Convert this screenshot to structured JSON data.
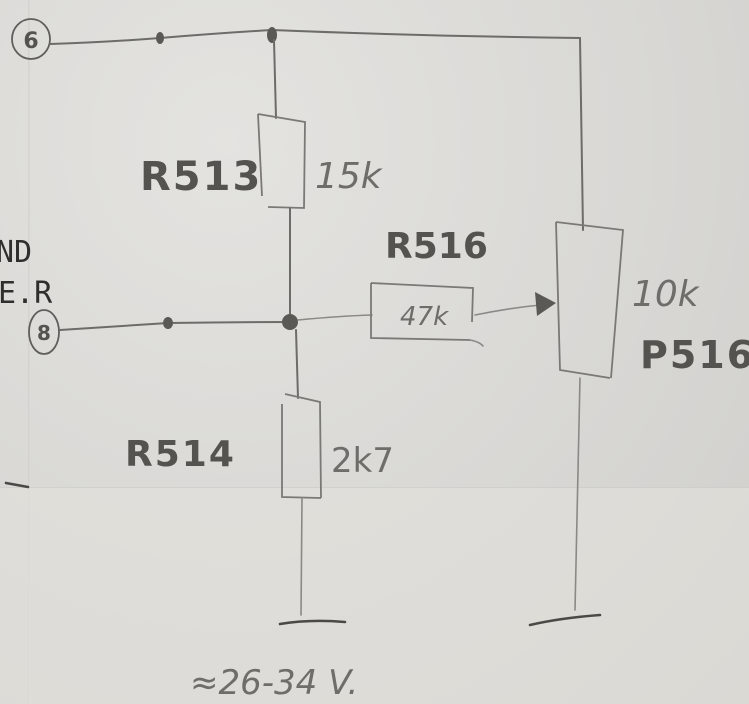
{
  "diagram": {
    "type": "hand-drawn circuit schematic",
    "terminals": [
      {
        "id": "t6",
        "label": "6"
      },
      {
        "id": "t8",
        "label": "8"
      }
    ],
    "printed_edge_text": [
      "ND",
      "E.R"
    ],
    "components": [
      {
        "id": "R513",
        "designator": "R513",
        "value": "15k",
        "kind": "resistor"
      },
      {
        "id": "R514",
        "designator": "R514",
        "value": "2k7",
        "kind": "resistor"
      },
      {
        "id": "R516",
        "designator": "R516",
        "value": "47k",
        "kind": "resistor"
      },
      {
        "id": "P516",
        "designator": "P516",
        "value": "10k",
        "kind": "potentiometer"
      }
    ],
    "connections": [
      {
        "from": "terminal 6",
        "to": "R513 top / P516 top"
      },
      {
        "from": "R513 bottom",
        "to": "junction (terminal 8, R514 top, R516 left)"
      },
      {
        "from": "R516 right",
        "to": "P516 wiper"
      },
      {
        "from": "R514 bottom",
        "to": "ground"
      },
      {
        "from": "P516 bottom",
        "to": "ground"
      }
    ],
    "note": "≈26-34 V."
  }
}
